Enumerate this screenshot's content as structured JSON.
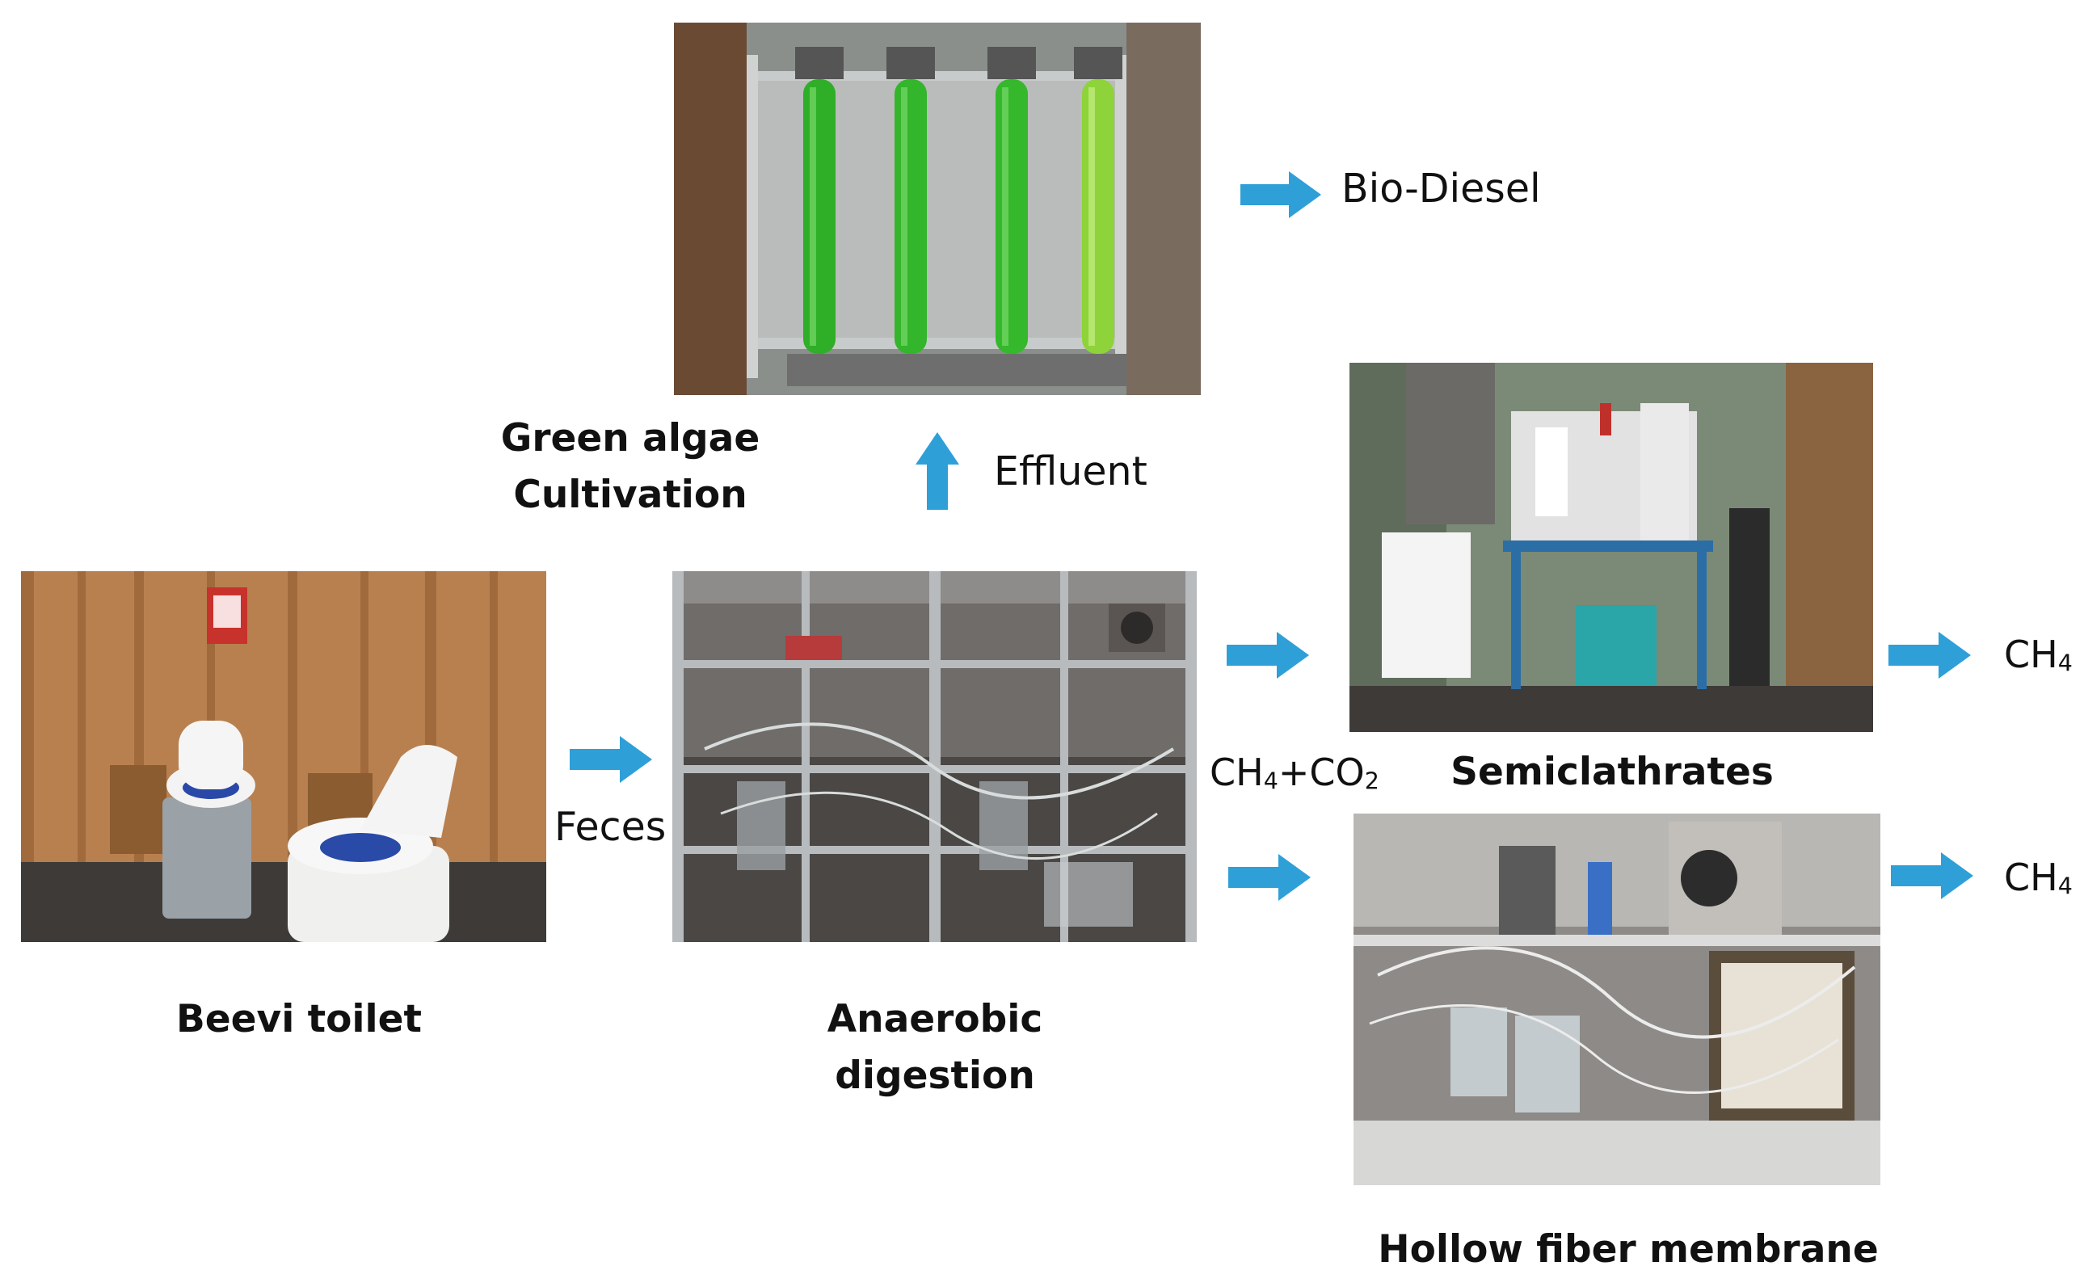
{
  "nodes": {
    "toilet": {
      "label": "Beevi toilet",
      "photo": "wooden toilet booth photo"
    },
    "digestion": {
      "label_line1": "Anaerobic",
      "label_line2": "digestion",
      "photo": "anaerobic digester rig photo"
    },
    "algae": {
      "label_line1": "Green algae",
      "label_line2": "Cultivation",
      "photo": "algae photobioreactor columns photo"
    },
    "semiclathrates": {
      "label": "Semiclathrates",
      "photo": "semiclathrate apparatus photo"
    },
    "membrane": {
      "label": "Hollow fiber membrane",
      "photo": "hollow fiber membrane bench photo"
    }
  },
  "flows": {
    "feces": "Feces",
    "effluent": "Effluent",
    "biodiesel": "Bio-Diesel",
    "biogas_main": "CH",
    "biogas_sub1": "4",
    "biogas_plus": "+CO",
    "biogas_sub2": "2",
    "ch4_top_main": "CH",
    "ch4_top_sub": "4",
    "ch4_bottom_main": "CH",
    "ch4_bottom_sub": "4"
  },
  "colors": {
    "arrow": "#2f9fd8",
    "algae_green": "#3fbf2a",
    "wood": "#b9804f"
  }
}
